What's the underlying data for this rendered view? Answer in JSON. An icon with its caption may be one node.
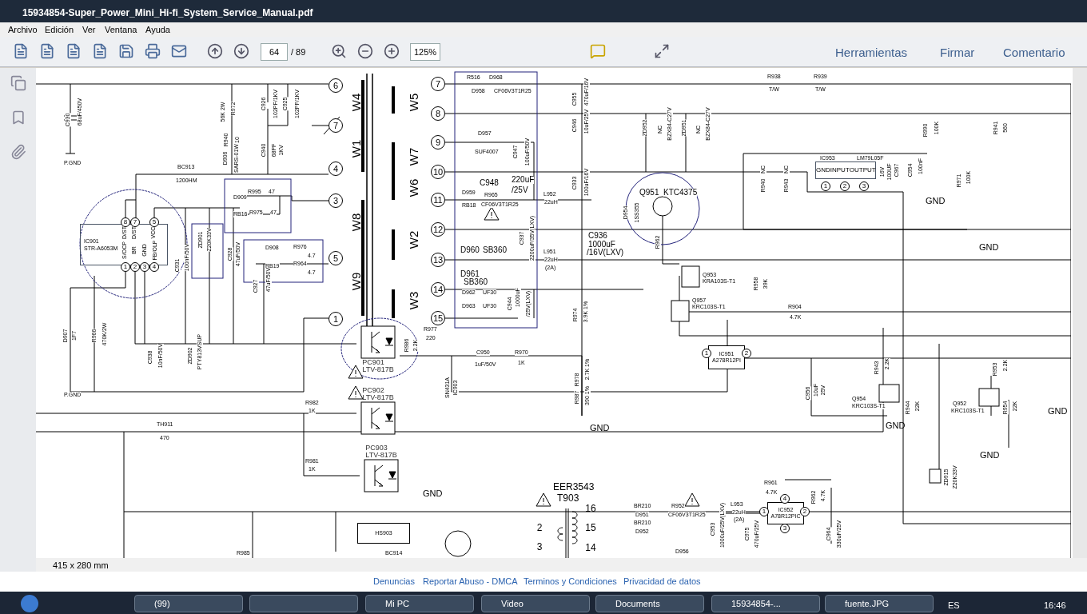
{
  "diagram": {
    "nodes": [
      {
        "text": [
          "6"
        ]
      },
      {
        "text": [
          "7"
        ]
      },
      {
        "text": [
          "4"
        ]
      },
      {
        "text": [
          "3"
        ]
      },
      {
        "text": [
          "5"
        ]
      },
      {
        "text": [
          "1"
        ]
      },
      {
        "text": [
          "7"
        ]
      },
      {
        "text": [
          "8"
        ]
      },
      {
        "text": [
          "9"
        ]
      },
      {
        "text": [
          "10"
        ]
      },
      {
        "text": [
          "11"
        ]
      },
      {
        "text": [
          "12"
        ]
      },
      {
        "text": [
          "13"
        ]
      },
      {
        "text": [
          "14"
        ]
      },
      {
        "text": [
          "15"
        ]
      },
      {
        "text": [
          "IC901",
          "STR-A6053M"
        ]
      },
      {
        "text": [
          "GND",
          "INPUT",
          "OUTPUT"
        ]
      },
      {
        "text": [
          "IC951",
          "A278R12PI"
        ]
      },
      {
        "text": [
          "IC952",
          "A78R12PIC"
        ]
      },
      {
        "text": [
          "HS903"
        ]
      },
      {
        "text": [
          "PC901",
          "LTV-817B"
        ]
      },
      {
        "text": [
          "PC902",
          "LTV-817B"
        ]
      },
      {
        "text": [
          "PC903",
          "LTV-817B"
        ]
      }
    ],
    "labels": [
      "15934854-Super_Power_Mini_Hi-fi_System_Service_Manual.pdf",
      "Archivo",
      "Edición",
      "Ver",
      "Ventana",
      "Ayuda",
      "64",
      "/ 89",
      "125%",
      "Herramientas",
      "Firmar",
      "Comentario",
      "C930",
      "68uF/450V",
      "P.GND",
      "56K 2W",
      "R972",
      "C926",
      "102PF/1KV",
      "C925",
      "102PF/1KV",
      "R940",
      "10",
      "D906",
      "SARS-01W",
      "C940",
      "68PF",
      "1KV",
      "BC913",
      "1200HM",
      "R995",
      "47",
      "D909",
      "RB16",
      "R975",
      "47",
      "D/ST",
      "D/ST",
      "VCC",
      "S/OCP",
      "BR",
      "GND",
      "FB/OLP",
      "C931",
      "100nF/50V",
      "ZD901",
      "Z20K33V",
      "C928",
      "47uF/50V",
      "D908",
      "R976",
      "4.7",
      "R964",
      "4.7",
      "RB19",
      "C927",
      "47uF/50V",
      "W4",
      "W1",
      "W8",
      "W9",
      "W5",
      "W7",
      "W6",
      "W2",
      "W3",
      "R516",
      "D968",
      "D958",
      "CF06V3T1R25",
      "D957",
      "SUF4007",
      "C947",
      "100uF/50V",
      "C948",
      "220uF",
      "/25V",
      "D959",
      "RB18",
      "R965",
      "CF06V3T1R25",
      "L952",
      "22uH",
      "C937",
      "2200uF/35V(LXV)",
      "D960",
      "SB360",
      "D961",
      "SB360",
      "D962",
      "UF30",
      "D963",
      "UF30",
      "C944",
      "1000uF",
      "/25V(LXV)",
      "L951",
      "22uH",
      "(2A)",
      "C955",
      "470uF/16V",
      "C946",
      "10uF/25V",
      "C933",
      "100uF/16V",
      "C936",
      "1000uF",
      "/16V(LXV)",
      "R974",
      "3.9K 1%",
      "ZD952",
      "NC",
      "BZX84-C27V",
      "ZD951",
      "NC",
      "BZX84-C27V",
      "Q951",
      "KTC4375",
      "D954",
      "1SS355",
      "R962",
      "Q953",
      "KRA103S-T1",
      "Q957",
      "KRC103S-T1",
      "R938",
      "T/W",
      "R939",
      "T/W",
      "R990",
      "100K",
      "R941",
      "560",
      "NC",
      "R940",
      "NC",
      "R943",
      "IC953",
      "LM79L05F",
      "16V",
      "100UF",
      "C967",
      "C954",
      "100nF",
      "GND",
      "R971",
      "100K",
      "GND",
      "R958",
      "39K",
      "R904",
      "4.7K",
      "C956",
      "10uF",
      "25V",
      "R943",
      "2.2K",
      "Q954",
      "KRC103S-T1",
      "R944",
      "22K",
      "GND",
      "R953",
      "2.2K",
      "Q952",
      "KRC103S-T1",
      "R954",
      "22K",
      "GND",
      "GND",
      "ZD915",
      "Z20K33V",
      "R961",
      "4.7K",
      "R962",
      "4.7K",
      "L953",
      "22uH",
      "(2A)",
      "C975",
      "470uF/25V",
      "C964",
      "330uF/25V",
      "EER3543",
      "T903",
      "BR210",
      "D951",
      "BR210",
      "D952",
      "R952",
      "CF06V3T1R25",
      "C953",
      "1000uF/25V(LXV)",
      "D956",
      "R985",
      "BC914",
      "D907",
      "1F7",
      "R966",
      "470K/2W",
      "C938",
      "10nF/50V",
      "ZD902",
      "PTY813VSUP",
      "P.GND",
      "R977",
      "220",
      "R986",
      "2.2K",
      "C950",
      "1uF/50V",
      "R970",
      "1K",
      "IC903",
      "SN431A",
      "R978",
      "2.7K 1%",
      "R987",
      "390 1%",
      "GND",
      "R982",
      "1K",
      "TH911",
      "470",
      "R981",
      "1K",
      "GND",
      "8",
      "7",
      "5",
      "1",
      "2",
      "3",
      "4",
      "1",
      "2",
      "1",
      "2",
      "3",
      "4",
      "1",
      "2",
      "3",
      "2",
      "3",
      "16",
      "15",
      "14",
      "415 x 280 mm",
      "Denuncias",
      "Reportar Abuso - DMCA",
      "Terminos y Condiciones",
      "Privacidad de datos",
      "(99)",
      "Mi PC",
      "Video",
      "Documents",
      "15934854-...",
      "fuente.JPG",
      "ES",
      "16:46"
    ]
  }
}
